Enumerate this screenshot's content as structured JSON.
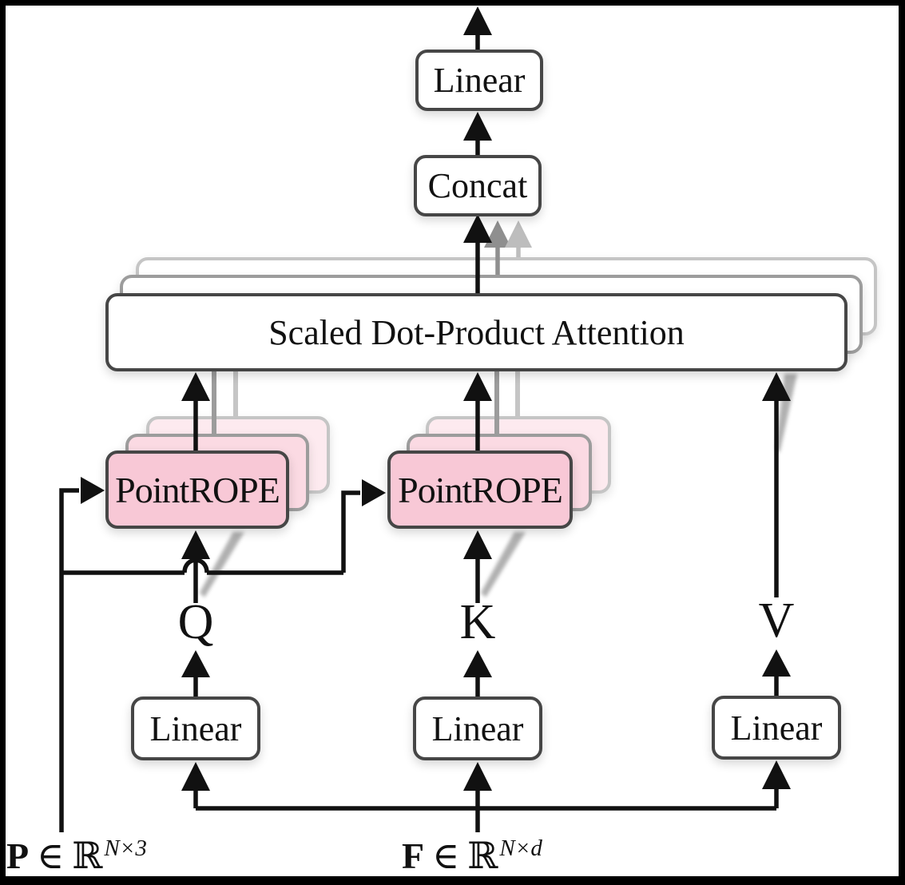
{
  "figure": {
    "top_linear": "Linear",
    "concat": "Concat",
    "attention": "Scaled Dot-Product Attention",
    "pointrope_left": "PointROPE",
    "pointrope_right": "PointROPE",
    "q_label": "Q",
    "k_label": "K",
    "v_label": "V",
    "linear_q": "Linear",
    "linear_k": "Linear",
    "linear_v": "Linear",
    "input_p": {
      "var": "P",
      "in": "∈",
      "set": "ℝ",
      "sup": "N×3"
    },
    "input_f": {
      "var": "F",
      "in": "∈",
      "set": "ℝ",
      "sup": "N×d"
    }
  },
  "colors": {
    "ink": "#111111",
    "paper": "#ffffff",
    "box-border": "#464646",
    "ghost-mid": "#9c9c9c",
    "ghost-light": "#c5c5c5",
    "pink": "#f8c8d6",
    "pink-mid": "#fbdae3",
    "pink-light": "#fdeaef",
    "arrow-gray-mid": "#8f8f8f",
    "arrow-gray-light": "#bdbdbd",
    "shadow-swoosh": "#6f6f6f"
  }
}
